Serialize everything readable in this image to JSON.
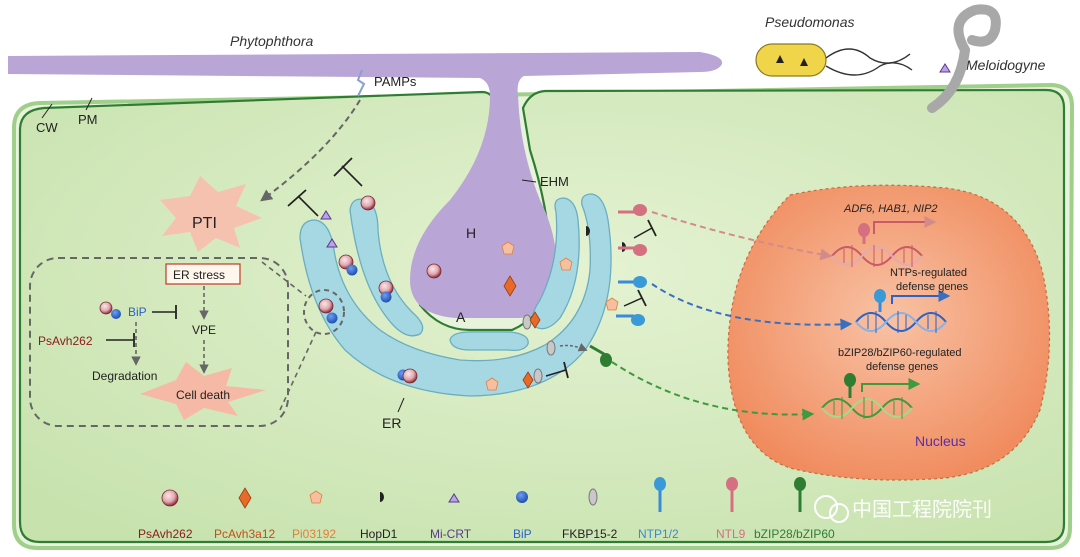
{
  "labels": {
    "phytophthora": "Phytophthora",
    "pseudomonas": "Pseudomonas",
    "meloidogyne": "Meloidogyne",
    "pamps": "PAMPs",
    "cw": "CW",
    "pm": "PM",
    "ehm": "EHM",
    "haustorium": "H",
    "apoplast": "A",
    "er": "ER",
    "pti": "PTI",
    "er_stress": "ER stress",
    "bip": "BiP",
    "psavh262": "PsAvh262",
    "vpe": "VPE",
    "degradation": "Degradation",
    "cell_death": "Cell death",
    "ntp_genes": "ADF6, HAB1, NIP2",
    "ntp_line1": "NTPs-regulated",
    "ntp_line2": "defense genes",
    "bzip_line1": "bZIP28/bZIP60-regulated",
    "bzip_line2": "defense genes",
    "nucleus": "Nucleus",
    "watermark": "中国工程院院刊"
  },
  "legend": [
    {
      "icon": "psavh262",
      "label": "PsAvh262",
      "color": "#8b1a1a"
    },
    {
      "icon": "pcavh3a12",
      "label": "PcAvh3a12",
      "color": "#c0501a"
    },
    {
      "icon": "pi03192",
      "label": "Pi03192",
      "color": "#e0803a"
    },
    {
      "icon": "hopd1",
      "label": "HopD1",
      "color": "#222222"
    },
    {
      "icon": "mi-crt",
      "label": "Mi-CRT",
      "color": "#5a3a8a"
    },
    {
      "icon": "bip",
      "label": "BiP",
      "color": "#2a62c8"
    },
    {
      "icon": "fkbp15-2",
      "label": "FKBP15-2",
      "color": "#222222"
    },
    {
      "icon": "ntp12",
      "label": "NTP1/2",
      "color": "#3a8ad8"
    },
    {
      "icon": "ntl9",
      "label": "NTL9",
      "color": "#d47080"
    },
    {
      "icon": "bzip",
      "label": "bZIP28/bZIP60",
      "color": "#2e7d32"
    }
  ],
  "colors": {
    "cell": "#d9ecc4",
    "cell_border": "#2e7d32",
    "pathogen": "#b9a6d6",
    "er": "#9ed4e0",
    "nucleus": "#f5a07a"
  }
}
